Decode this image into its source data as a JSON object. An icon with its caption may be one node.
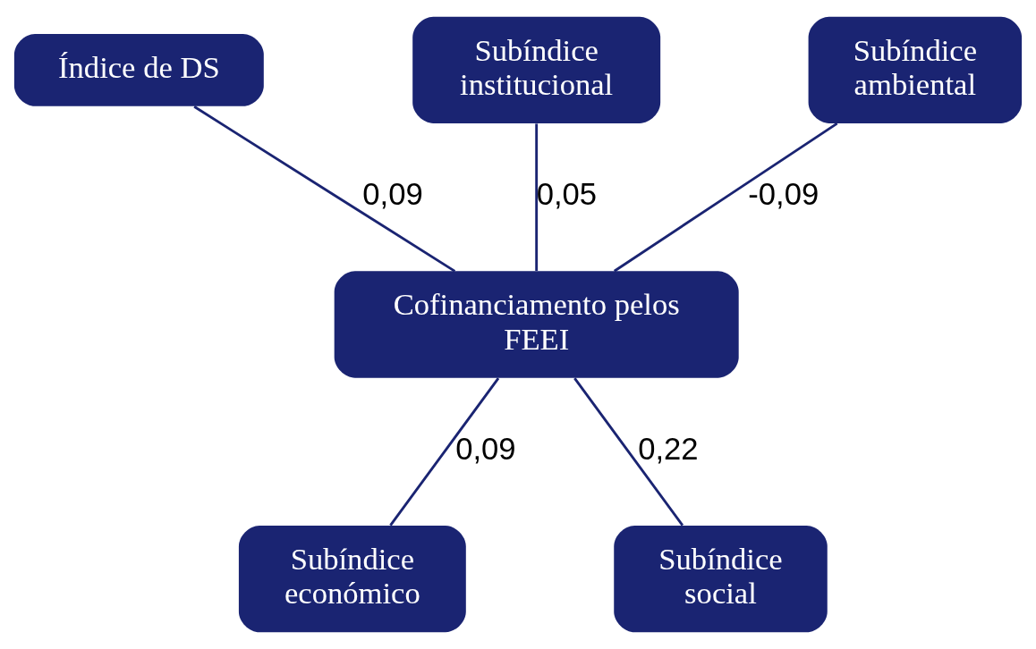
{
  "diagram": {
    "nodes": [
      {
        "text": [
          "Índice de DS"
        ]
      },
      {
        "text": [
          "Subíndice institucional"
        ]
      },
      {
        "text": [
          "Subíndice ambiental"
        ]
      },
      {
        "text": [
          "Cofinanciamento pelos FEEI"
        ]
      },
      {
        "text": [
          "Subíndice económico"
        ]
      },
      {
        "text": [
          "Subíndice social"
        ]
      }
    ],
    "edges": [
      {
        "from": 1,
        "to": 3,
        "arrow": "none",
        "label": "0,05"
      },
      {
        "from": 0,
        "to": 3,
        "arrow": "none",
        "label": "0,09"
      },
      {
        "from": 2,
        "to": 3,
        "arrow": "none",
        "label": "-0,09"
      },
      {
        "from": 3,
        "to": 4,
        "arrow": "none",
        "label": "0,09"
      },
      {
        "from": 3,
        "to": 5,
        "arrow": "none",
        "label": "0,22"
      }
    ]
  }
}
